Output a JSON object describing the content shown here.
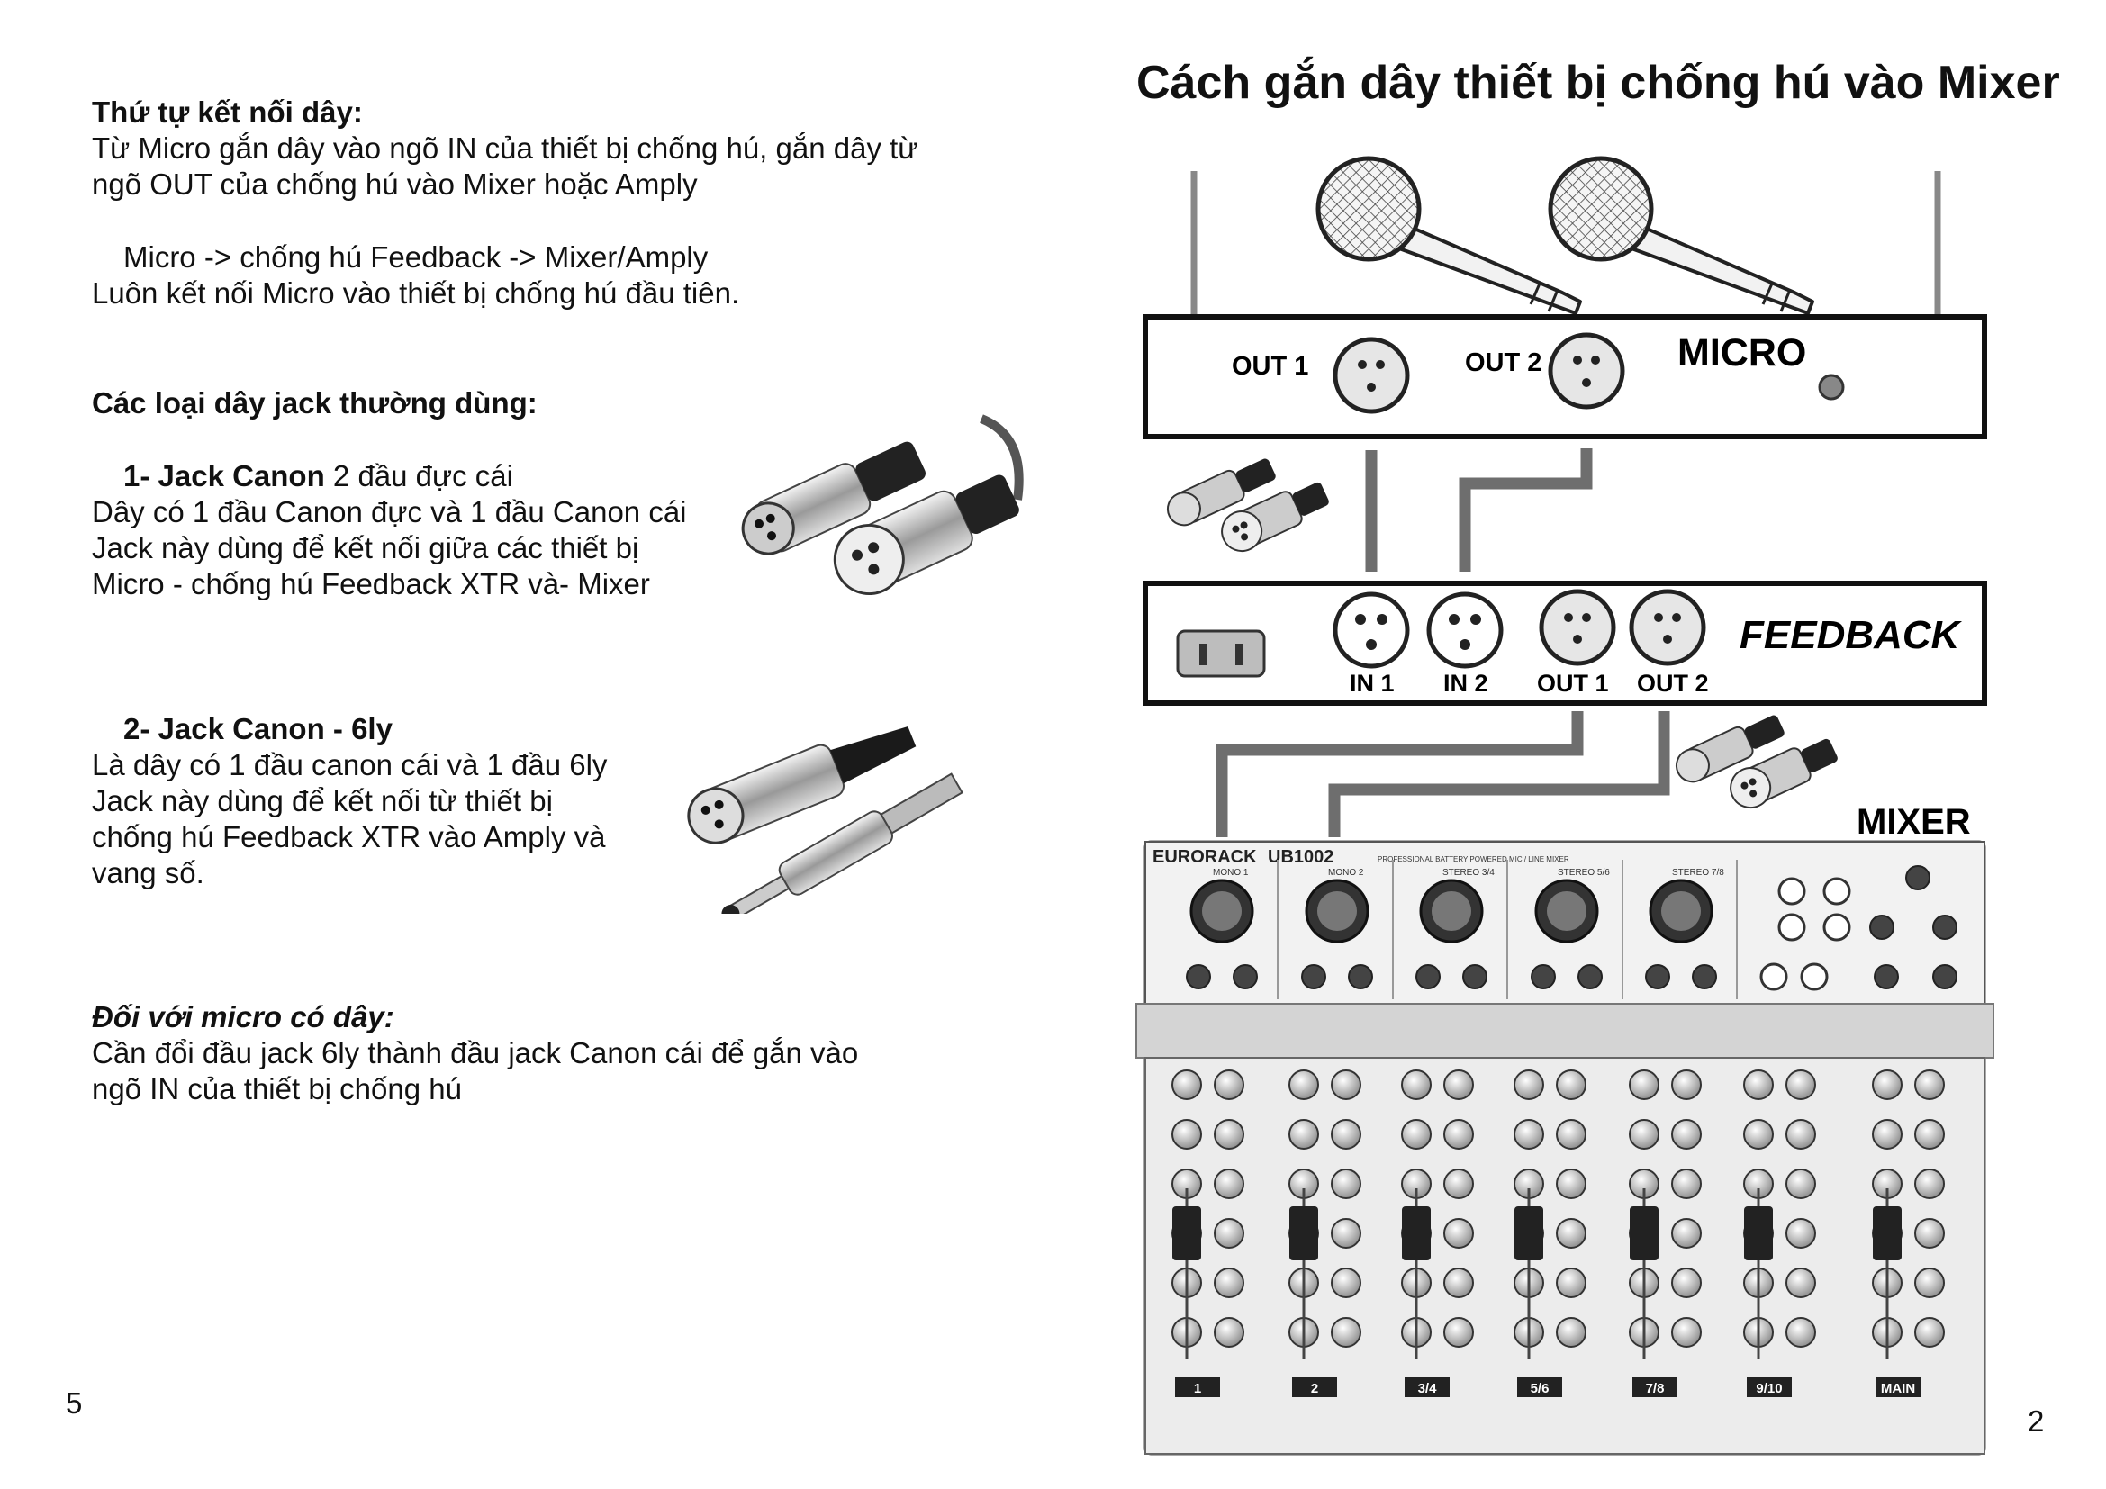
{
  "left_page": {
    "section1": {
      "heading": "Thứ tự kết nối dây:",
      "line1": "Từ Micro gắn dây vào ngõ IN của thiết bị chống hú, gắn dây từ",
      "line2": "ngõ OUT của chống hú vào Mixer hoặc Amply",
      "flow": "Micro -> chống hú Feedback -> Mixer/Amply",
      "note": "Luôn kết nối Micro vào thiết bị chống hú đầu tiên."
    },
    "section2": {
      "heading": "Các loại dây jack thường dùng:",
      "jack1": {
        "title_bold": "1- Jack Canon",
        "title_rest": " 2 đầu đực cái",
        "line1": "Dây có 1 đầu Canon đực và 1 đầu Canon cái",
        "line2": "Jack này dùng để kết nối giữa các thiết bị",
        "line3": "Micro - chống hú Feedback XTR và- Mixer"
      },
      "jack2": {
        "title_bold": "2- Jack Canon - 6ly",
        "line1": "Là dây có 1 đầu canon cái và 1 đầu 6ly",
        "line2": "Jack này dùng để kết nối từ thiết bị",
        "line3": "chống hú Feedback XTR vào Amply và",
        "line4": "vang số."
      }
    },
    "section3": {
      "heading": "Đối với micro có dây:",
      "line1": "Cần đổi đầu jack 6ly thành đầu jack Canon cái để gắn vào",
      "line2": "ngõ IN của thiết bị chống hú"
    },
    "page_number": "5"
  },
  "right_page": {
    "title": "Cách gắn dây thiết bị chống hú vào Mixer",
    "micro_box": {
      "label": "MICRO",
      "out1": "OUT 1",
      "out2": "OUT 2"
    },
    "feedback_box": {
      "label": "FEEDBACK",
      "in1": "IN 1",
      "in2": "IN 2",
      "out1": "OUT 1",
      "out2": "OUT 2"
    },
    "mixer": {
      "label": "MIXER",
      "brand": "EURORACK",
      "model": "UB1002",
      "subtitle": "PROFESSIONAL BATTERY POWERED MIC / LINE MIXER",
      "top_labels": [
        "MONO 1",
        "MONO 2",
        "STEREO 3/4",
        "STEREO 5/6",
        "STEREO 7/8"
      ],
      "channel_labels": [
        "1",
        "2",
        "3/4",
        "5/6",
        "7/8",
        "9/10",
        "MAIN"
      ]
    },
    "page_number": "2"
  },
  "colors": {
    "text": "#111111",
    "cable": "#6e6e6e",
    "mixer_panel": "#e6e6e6"
  }
}
